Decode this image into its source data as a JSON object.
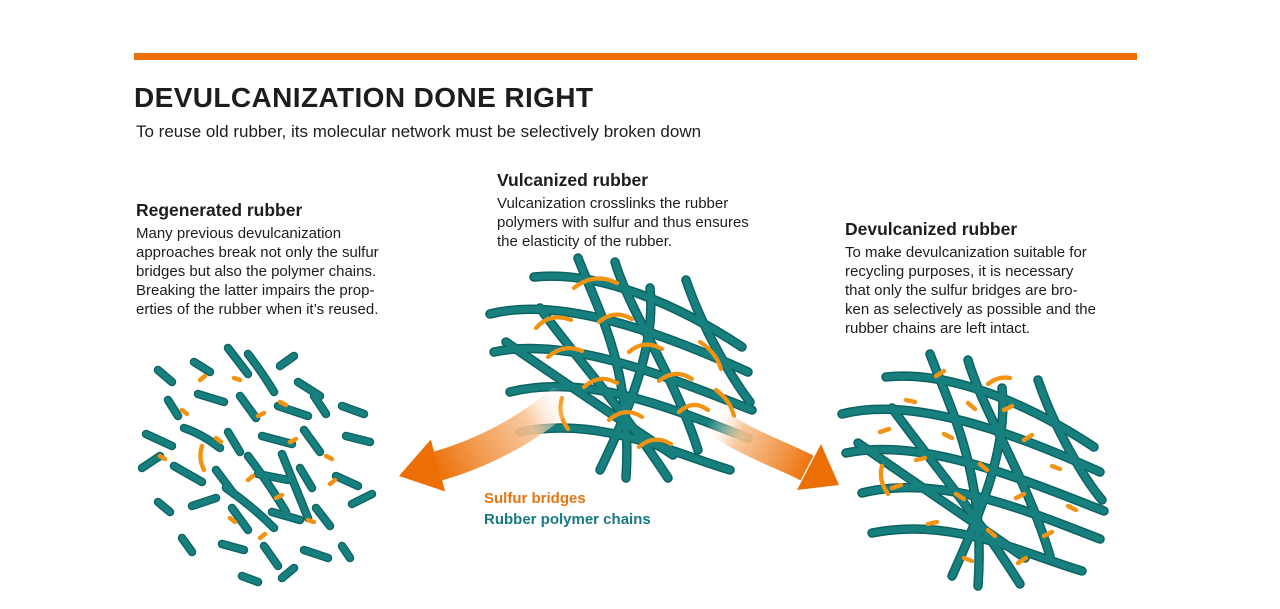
{
  "header": {
    "title": "DEVULCANIZATION DONE RIGHT",
    "subtitle": "To reuse old rubber, its molecular network must be selectively broken down"
  },
  "sections": {
    "regenerated": {
      "heading": "Regenerated rubber",
      "body": "Many previous devulcanization\napproaches break not only the sulfur\nbridges but also the polymer chains.\nBreaking the latter impairs the prop-\nerties of the rubber when it’s reused."
    },
    "vulcanized": {
      "heading": "Vulcanized rubber",
      "body": "Vulcanization crosslinks the rubber\npolymers with sulfur and thus ensures\nthe elasticity of the rubber."
    },
    "devulcanized": {
      "heading": "Devulcanized rubber",
      "body": "To make devulcanization suitable for\nrecycling purposes, it is necessary\nthat only the sulfur bridges are bro-\nken as selectively as possible and the\nrubber chains are left intact."
    }
  },
  "legend": {
    "sulfur_bridges": "Sulfur bridges",
    "rubber_polymer_chains": "Rubber polymer chains"
  },
  "icons": {
    "arrow_left": "curved-arrow-down-left",
    "arrow_right": "curved-arrow-down-right"
  },
  "colors": {
    "accent_orange": "#EC6F05",
    "bridge_orange": "#F39312",
    "chain_teal": "#17807F",
    "chain_teal_dark": "#0C6362",
    "legend_orange": "#E87511",
    "legend_teal": "#157A85",
    "text": "#1D1D1B",
    "background": "#FFFFFF"
  }
}
